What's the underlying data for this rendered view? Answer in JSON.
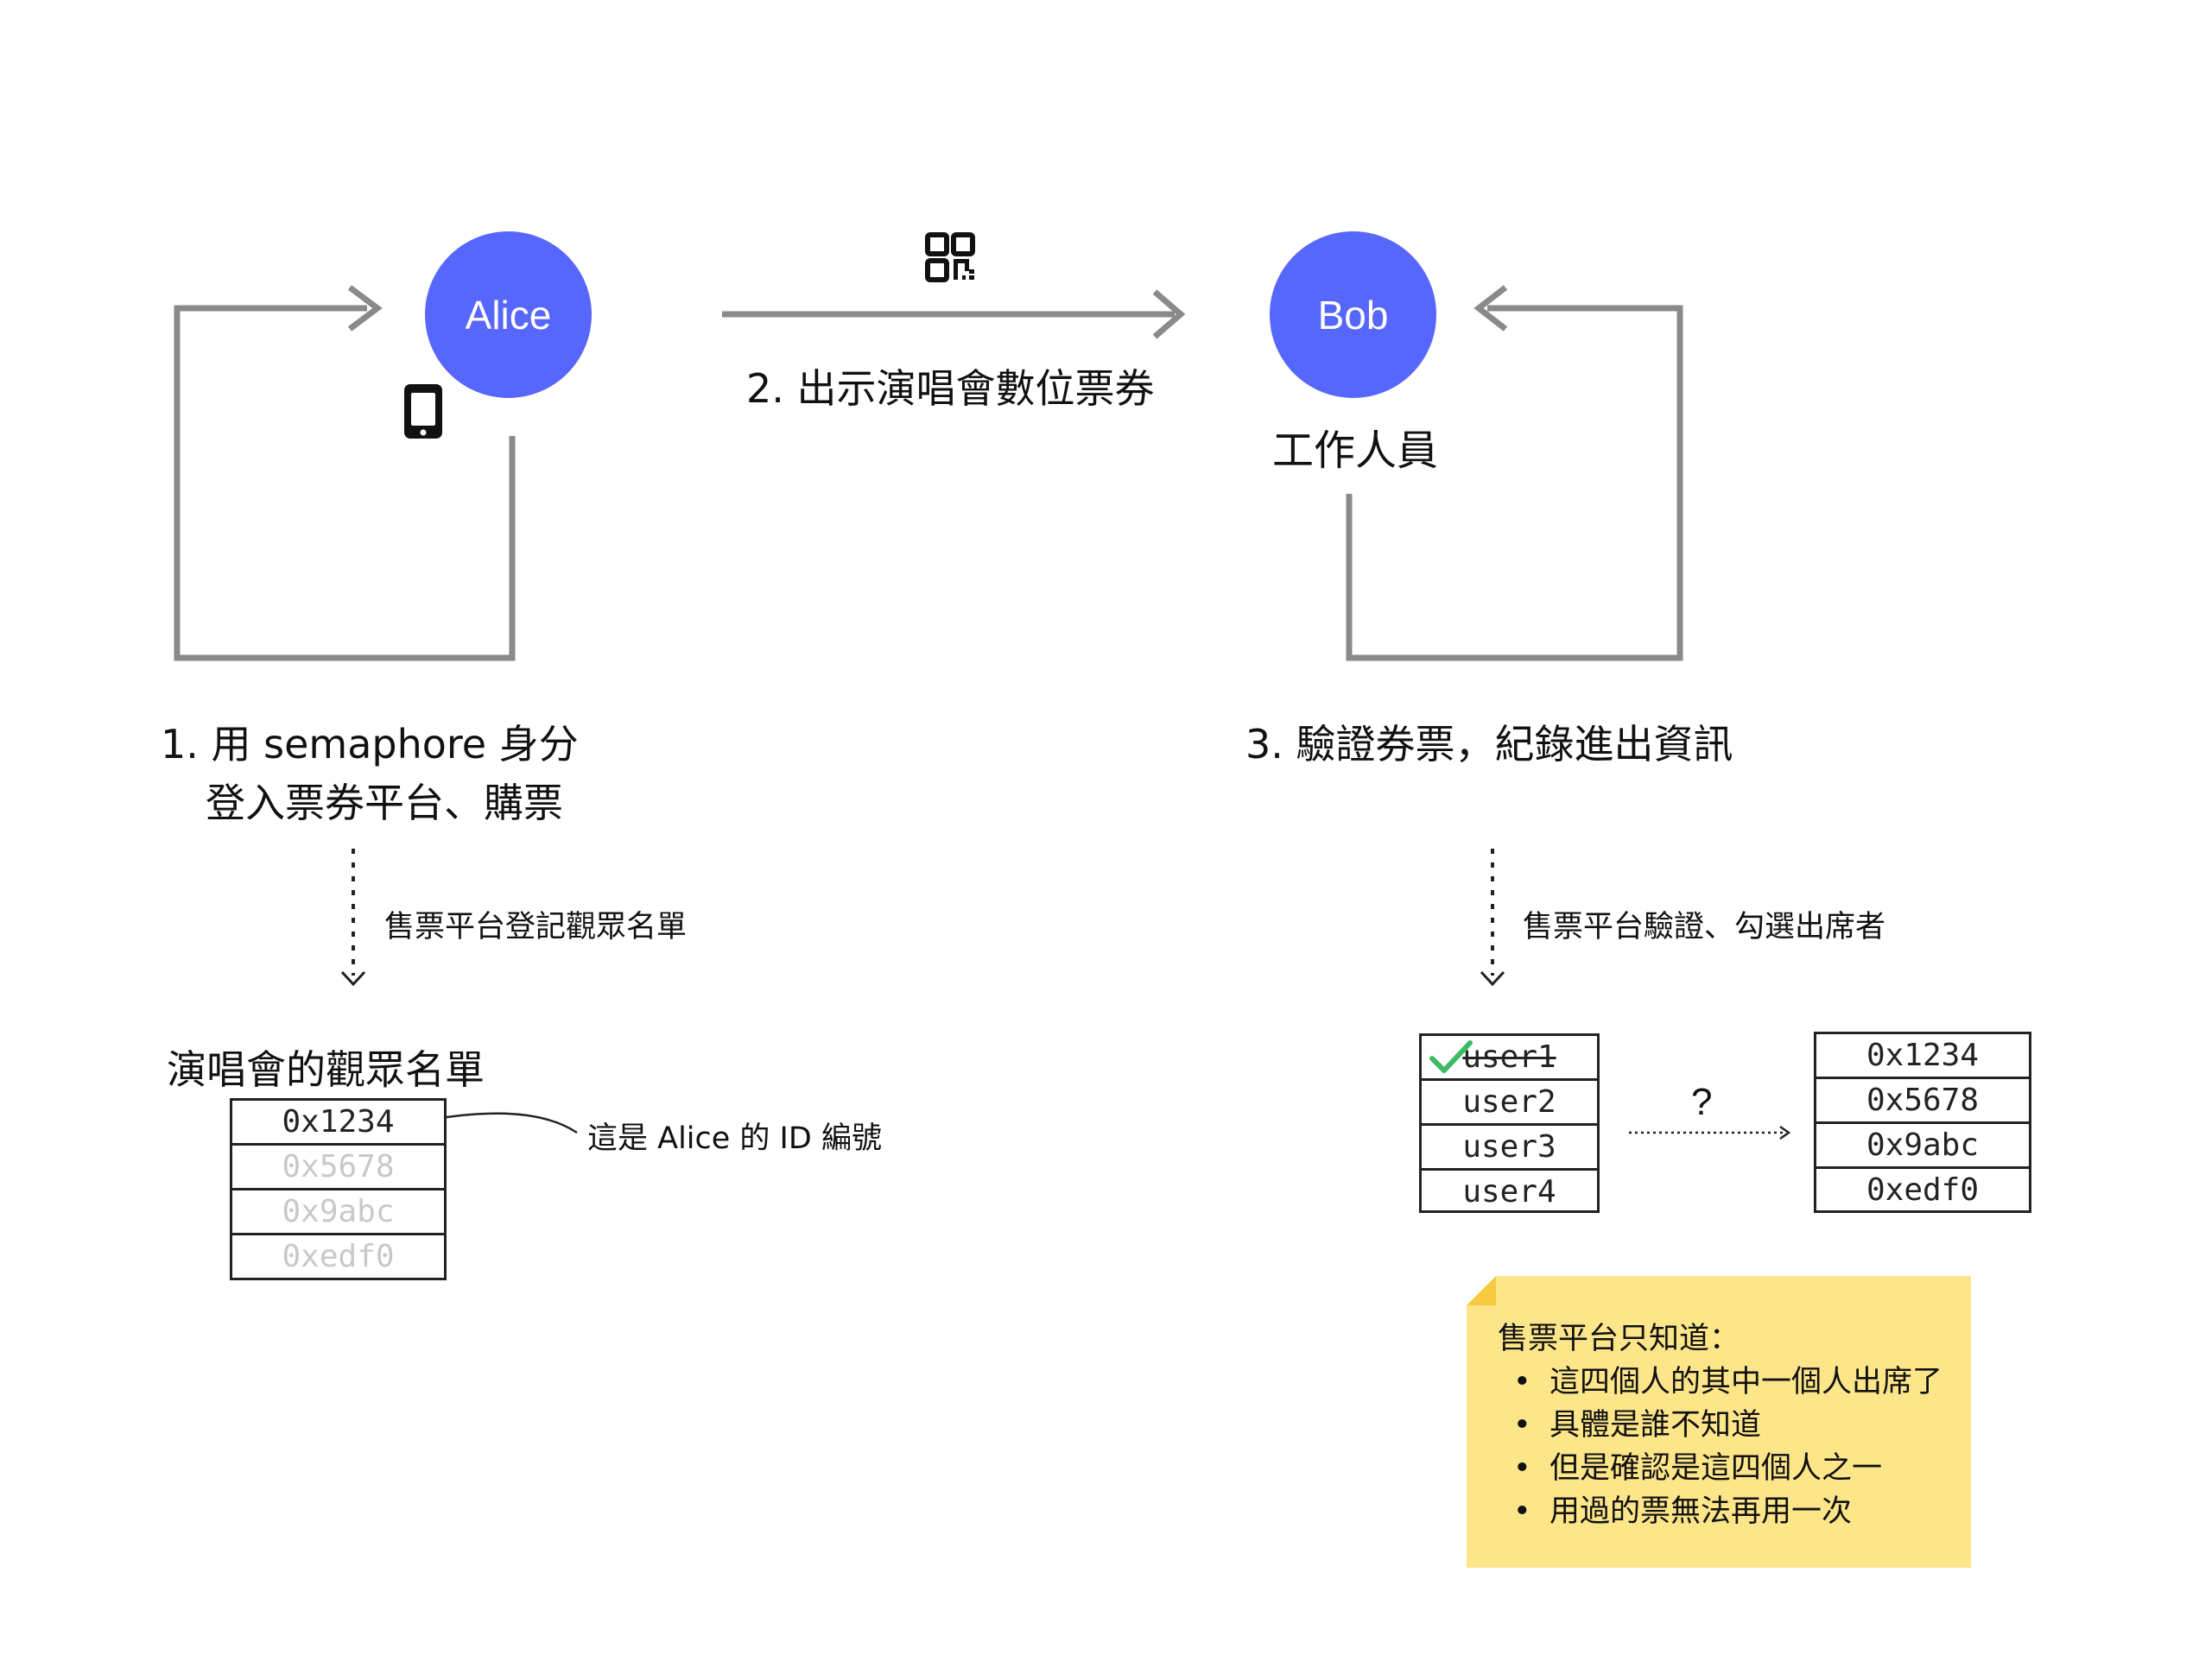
{
  "actors": {
    "alice": "Alice",
    "bob": "Bob",
    "bob_role": "工作人員"
  },
  "steps": {
    "step1_line1": "1. 用 semaphore 身分",
    "step1_line2": "登入票券平台、購票",
    "step2": "2. 出示演唱會數位票券",
    "step3": "3. 驗證券票，紀錄進出資訊"
  },
  "flow_notes": {
    "left": "售票平台登記觀眾名單",
    "right": "售票平台驗證、勾選出席者"
  },
  "audience_list": {
    "title": "演唱會的觀眾名單",
    "ids": [
      "0x1234",
      "0x5678",
      "0x9abc",
      "0xedf0"
    ],
    "callout": "這是 Alice 的 ID 編號"
  },
  "attendance": {
    "users": [
      "user1",
      "user2",
      "user3",
      "user4"
    ],
    "question_mark": "?",
    "ids": [
      "0x1234",
      "0x5678",
      "0x9abc",
      "0xedf0"
    ]
  },
  "sticky_note": {
    "title": "售票平台只知道：",
    "items": [
      "這四個人的其中一個人出席了",
      "具體是誰不知道",
      "但是確認是這四個人之一",
      "用過的票無法再用一次"
    ]
  },
  "colors": {
    "actor_fill": "#5766fd",
    "arrow_gray": "#8a8a8a",
    "check_green": "#3dbb63",
    "sticky_yellow": "#fde58a"
  },
  "icons": [
    "phone-icon",
    "qr-code-icon",
    "check-icon"
  ]
}
